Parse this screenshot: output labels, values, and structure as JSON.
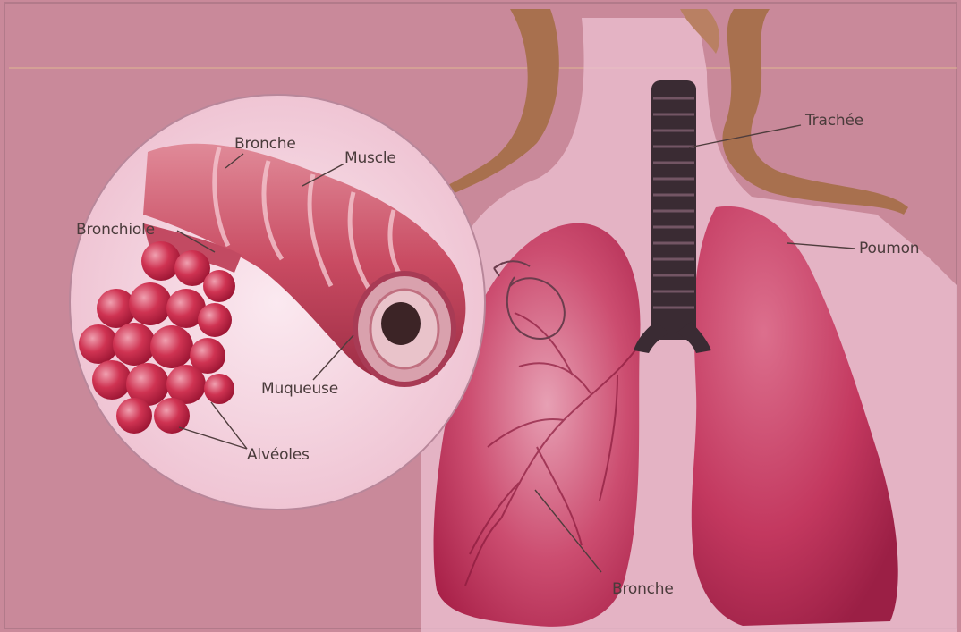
{
  "labels": {
    "trachea": "Trachée",
    "lung": "Poumon",
    "bronchus_main": "Bronche",
    "bronchus_inset": "Bronche",
    "muscle": "Muscle",
    "bronchiole": "Bronchiole",
    "mucosa": "Muqueuse",
    "alveoli": "Alvéoles"
  },
  "colors": {
    "background": "#c9899a",
    "lung_right": "#c8365e",
    "lung_left": "#c23c62",
    "trachea": "#3a2b33",
    "inset_bg": "#f3d3df",
    "airway": "#c24a62",
    "alveoli": "#c42748",
    "throat": "#a8704e"
  }
}
